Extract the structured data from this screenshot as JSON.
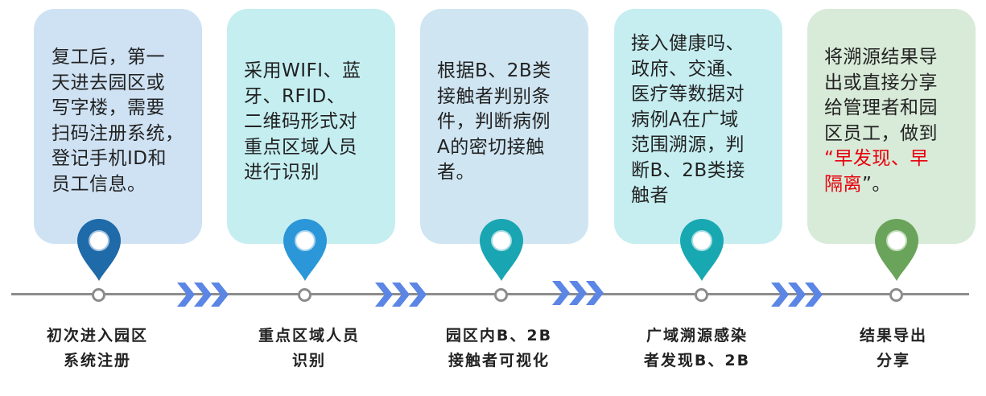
{
  "colors": {
    "card_1": "#cfe2f4",
    "card_2": "#c5eef1",
    "card_3": "#cfe5f2",
    "card_4": "#c6eef1",
    "card_5": "#d8ead8",
    "pin_1": "#1f6aa8",
    "pin_2": "#2b97d8",
    "pin_3": "#1aa5b2",
    "pin_4": "#18a8b1",
    "pin_5": "#6aa35a",
    "arrow": "#5b86e5",
    "timeline": "#8c8c8c",
    "highlight": "#e8000b"
  },
  "steps": [
    {
      "lines": [
        "复工后，第一",
        "天进去园区或",
        "写字楼，需要",
        "扫码注册系统，",
        "登记手机ID和",
        "员工信息。"
      ],
      "label_lines": [
        "初次进入园区",
        "系统注册"
      ]
    },
    {
      "lines": [
        "采用WIFI、蓝",
        "牙、RFID、",
        "二维码形式对",
        "重点区域人员",
        "进行识别"
      ],
      "label_lines": [
        "重点区域人员",
        "识别"
      ]
    },
    {
      "lines": [
        "根据B、2B类",
        "接触者判别条",
        "件，判断病例",
        "A的密切接触",
        "者。"
      ],
      "label_lines": [
        "园区内B、2B",
        "接触者可视化"
      ]
    },
    {
      "lines": [
        "接入健康吗、",
        "政府、交通、",
        "医疗等数据对",
        "病例A在广域",
        "范围溯源，判",
        "断B、2B类接",
        "触者"
      ],
      "label_lines": [
        "广域溯源感染",
        "者发现B、2B"
      ]
    },
    {
      "lines": [
        "将溯源结果导",
        "出或直接分享",
        "给管理者和园",
        "区员工，做到"
      ],
      "highlight_line": {
        "before": "“",
        "red1": "早发现、早",
        "red2": "隔离",
        "after": "”。"
      },
      "label_lines": [
        "结果导出",
        "分享"
      ]
    }
  ]
}
